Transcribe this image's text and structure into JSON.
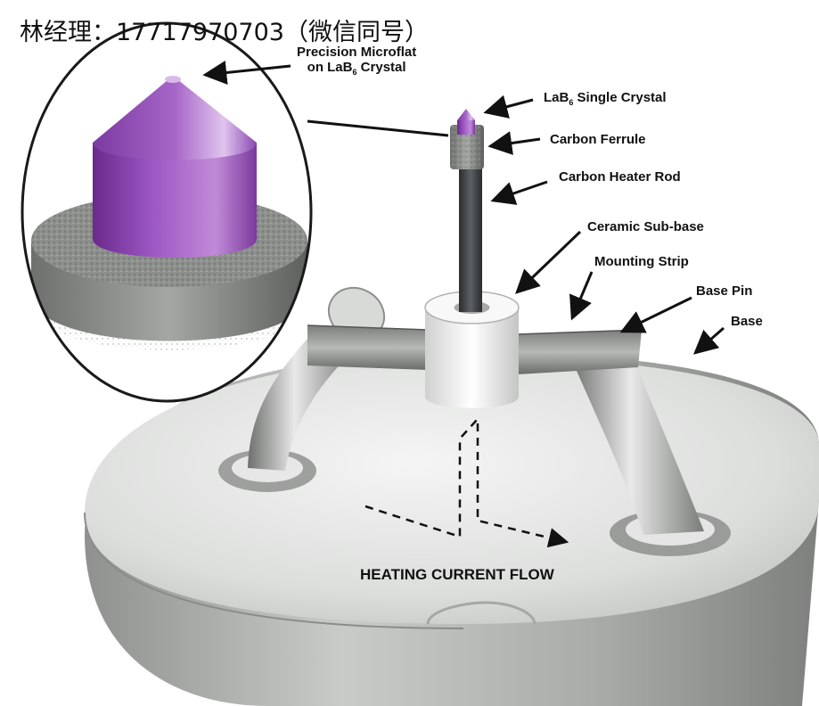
{
  "watermark": "林经理：17717970703（微信同号）",
  "labels": {
    "microflat_line1": "Precision Microflat",
    "microflat_line2_pre": "on LaB",
    "microflat_line2_sub": "6",
    "microflat_line2_post": " Crystal",
    "crystal_pre": "LaB",
    "crystal_sub": "6",
    "crystal_post": " Single Crystal",
    "ferrule": "Carbon Ferrule",
    "heater_rod": "Carbon Heater Rod",
    "subbase": "Ceramic Sub-base",
    "mounting_strip": "Mounting Strip",
    "base_pin": "Base Pin",
    "base": "Base",
    "heating_current": "HEATING CURRENT FLOW"
  },
  "colors": {
    "crystal": "#8a3fb0",
    "base": "#d9dbd9",
    "metal": "#9a9c9a",
    "rod": "#3c3f41"
  }
}
